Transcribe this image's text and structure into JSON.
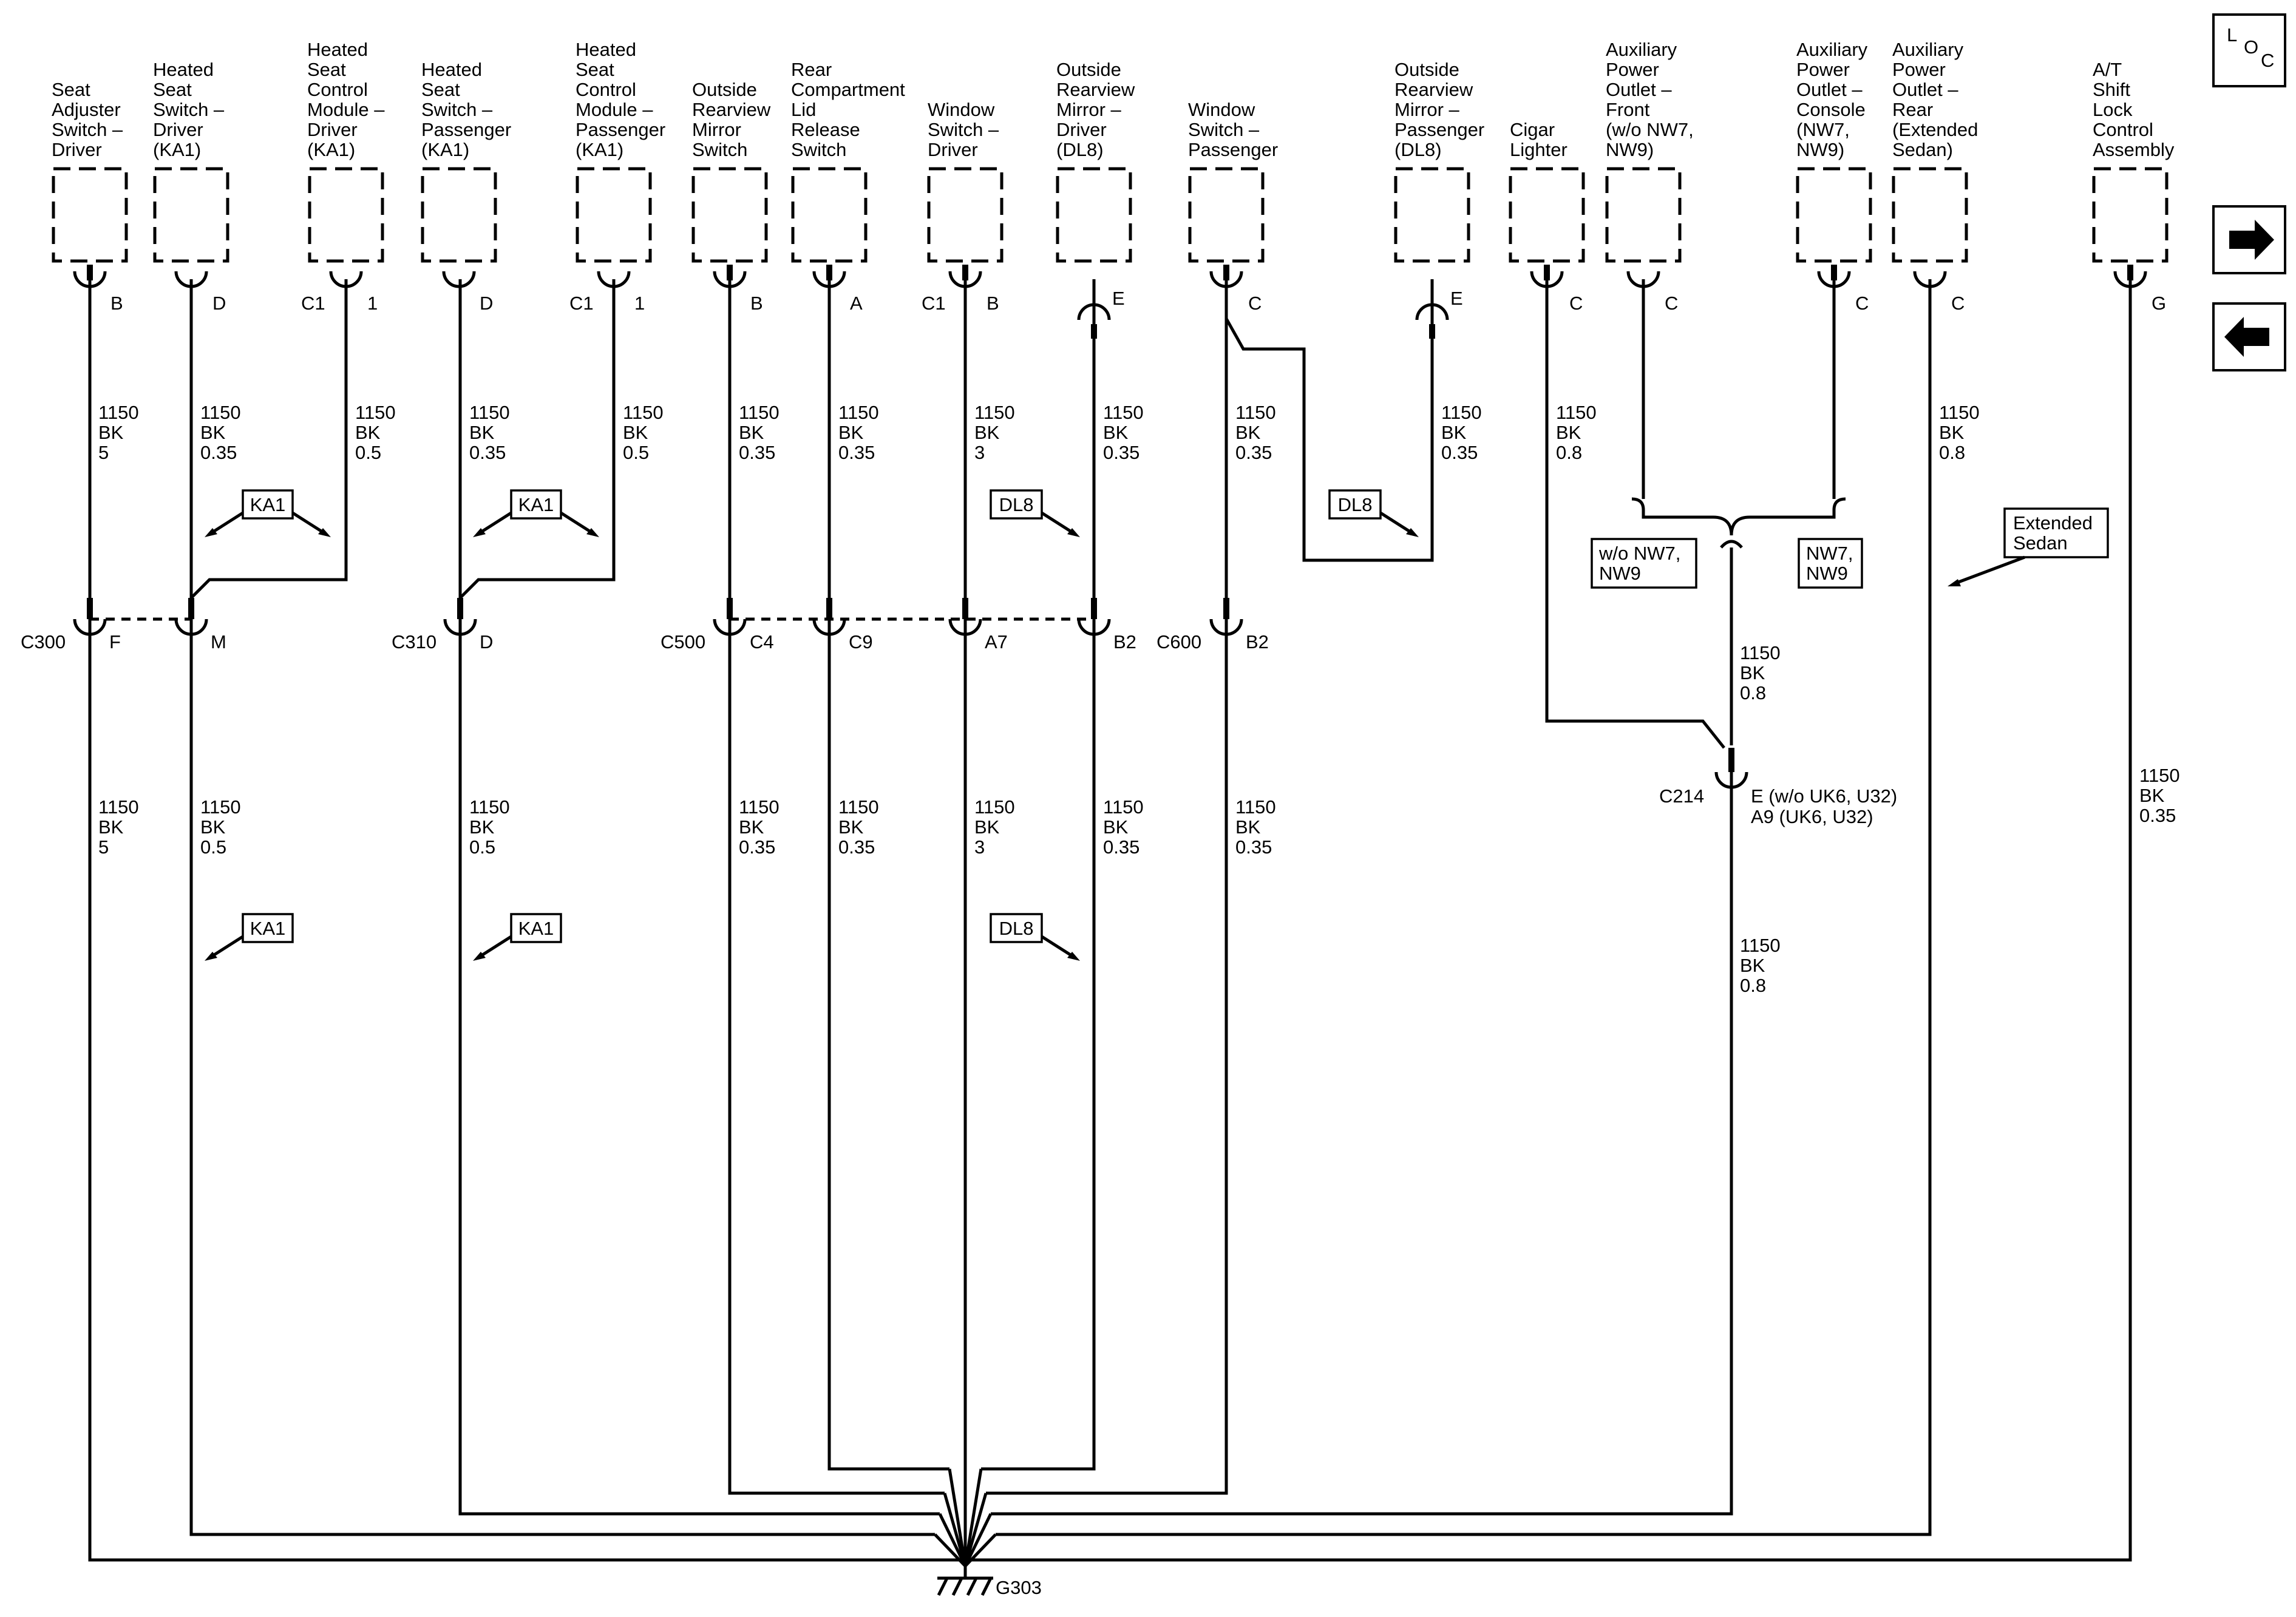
{
  "components": [
    {
      "id": "seat-adjuster-driver",
      "lines": [
        "Seat",
        "Adjuster",
        "Switch –",
        "Driver"
      ],
      "pins": [
        "B"
      ]
    },
    {
      "id": "heated-seat-switch-driver",
      "lines": [
        "Heated",
        "Seat",
        "Switch –",
        "Driver",
        "(KA1)"
      ],
      "pins": [
        "D"
      ]
    },
    {
      "id": "heated-seat-module-driver",
      "lines": [
        "Heated",
        "Seat",
        "Control",
        "Module –",
        "Driver",
        "(KA1)"
      ],
      "pins": [
        "C1",
        "1"
      ]
    },
    {
      "id": "heated-seat-switch-passenger",
      "lines": [
        "Heated",
        "Seat",
        "Switch –",
        "Passenger",
        "(KA1)"
      ],
      "pins": [
        "D"
      ]
    },
    {
      "id": "heated-seat-module-passenger",
      "lines": [
        "Heated",
        "Seat",
        "Control",
        "Module –",
        "Passenger",
        "(KA1)"
      ],
      "pins": [
        "C1",
        "1"
      ]
    },
    {
      "id": "outside-mirror-switch",
      "lines": [
        "Outside",
        "Rearview",
        "Mirror",
        "Switch"
      ],
      "pins": [
        "B"
      ]
    },
    {
      "id": "rear-lid-release-switch",
      "lines": [
        "Rear",
        "Compartment",
        "Lid",
        "Release",
        "Switch"
      ],
      "pins": [
        "A"
      ]
    },
    {
      "id": "window-switch-driver",
      "lines": [
        "Window",
        "Switch –",
        "Driver"
      ],
      "pins": [
        "C1",
        "B"
      ]
    },
    {
      "id": "outside-mirror-driver",
      "lines": [
        "Outside",
        "Rearview",
        "Mirror –",
        "Driver",
        "(DL8)"
      ],
      "pins": [
        "E"
      ]
    },
    {
      "id": "window-switch-passenger",
      "lines": [
        "Window",
        "Switch –",
        "Passenger"
      ],
      "pins": [
        "C"
      ]
    },
    {
      "id": "outside-mirror-passenger",
      "lines": [
        "Outside",
        "Rearview",
        "Mirror –",
        "Passenger",
        "(DL8)"
      ],
      "pins": [
        "E"
      ]
    },
    {
      "id": "cigar-lighter",
      "lines": [
        "Cigar",
        "Lighter"
      ],
      "pins": [
        "C"
      ]
    },
    {
      "id": "aux-outlet-front",
      "lines": [
        "Auxiliary",
        "Power",
        "Outlet –",
        "Front",
        "(w/o NW7,",
        "NW9)"
      ],
      "pins": [
        "C"
      ]
    },
    {
      "id": "aux-outlet-console",
      "lines": [
        "Auxiliary",
        "Power",
        "Outlet –",
        "Console",
        "(NW7,",
        "NW9)"
      ],
      "pins": [
        "C"
      ]
    },
    {
      "id": "aux-outlet-rear",
      "lines": [
        "Auxiliary",
        "Power",
        "Outlet –",
        "Rear",
        "(Extended",
        "Sedan)"
      ],
      "pins": [
        "C"
      ]
    },
    {
      "id": "shift-lock-control",
      "lines": [
        "A/T",
        "Shift",
        "Lock",
        "Control",
        "Assembly"
      ],
      "pins": [
        "G"
      ]
    }
  ],
  "wires": [
    [
      "1150",
      "BK",
      "5"
    ],
    [
      "1150",
      "BK",
      "0.35"
    ],
    [
      "1150",
      "BK",
      "0.5"
    ],
    [
      "1150",
      "BK",
      "0.35"
    ],
    [
      "1150",
      "BK",
      "0.5"
    ],
    [
      "1150",
      "BK",
      "0.35"
    ],
    [
      "1150",
      "BK",
      "0.35"
    ],
    [
      "1150",
      "BK",
      "3"
    ],
    [
      "1150",
      "BK",
      "0.35"
    ],
    [
      "1150",
      "BK",
      "0.35"
    ],
    [
      "1150",
      "BK",
      "0.35"
    ],
    [
      "1150",
      "BK",
      "0.8"
    ],
    [
      "1150",
      "BK",
      "0.8"
    ],
    [
      "1150",
      "BK",
      "5"
    ],
    [
      "1150",
      "BK",
      "0.5"
    ],
    [
      "1150",
      "BK",
      "0.5"
    ],
    [
      "1150",
      "BK",
      "0.35"
    ],
    [
      "1150",
      "BK",
      "0.35"
    ],
    [
      "1150",
      "BK",
      "3"
    ],
    [
      "1150",
      "BK",
      "0.35"
    ],
    [
      "1150",
      "BK",
      "0.35"
    ],
    [
      "1150",
      "BK",
      "0.8"
    ],
    [
      "1150",
      "BK",
      "0.8"
    ],
    [
      "1150",
      "BK",
      "0.35"
    ]
  ],
  "connectors": {
    "c300": {
      "name": "C300",
      "pins": [
        "F",
        "M"
      ]
    },
    "c310": {
      "name": "C310",
      "pins": [
        "D"
      ]
    },
    "c500": {
      "name": "C500",
      "pins": [
        "C4",
        "C9",
        "A7",
        "B2"
      ]
    },
    "c600": {
      "name": "C600",
      "pins": [
        "B2"
      ]
    },
    "c214": {
      "name": "C214",
      "pin_lines": [
        "E (w/o UK6, U32)",
        "A9 (UK6, U32)"
      ]
    }
  },
  "options": {
    "ka1": "KA1",
    "dl8": "DL8",
    "wo_nw7": [
      "w/o NW7,",
      "NW9"
    ],
    "nw7": [
      "NW7,",
      "NW9"
    ],
    "extended": [
      "Extended",
      "Sedan"
    ]
  },
  "ground": "G303",
  "nav": {
    "loc": [
      "L",
      "O",
      "C"
    ],
    "next_icon": "right-arrow-icon",
    "prev_icon": "left-arrow-icon"
  }
}
